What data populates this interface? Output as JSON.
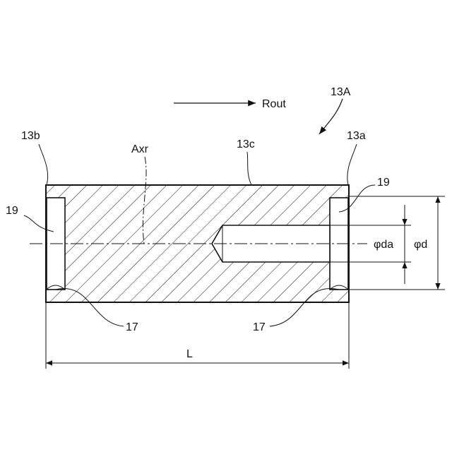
{
  "labels": {
    "part_ref": "13A",
    "direction": "Rout",
    "end_b": "13b",
    "end_a": "13a",
    "surface": "13c",
    "axis": "Axr",
    "recess_left": "19",
    "recess_right": "19",
    "chamfer_left": "17",
    "chamfer_right": "17",
    "bore_diameter": "φda",
    "outer_diameter": "φd",
    "length": "L"
  }
}
